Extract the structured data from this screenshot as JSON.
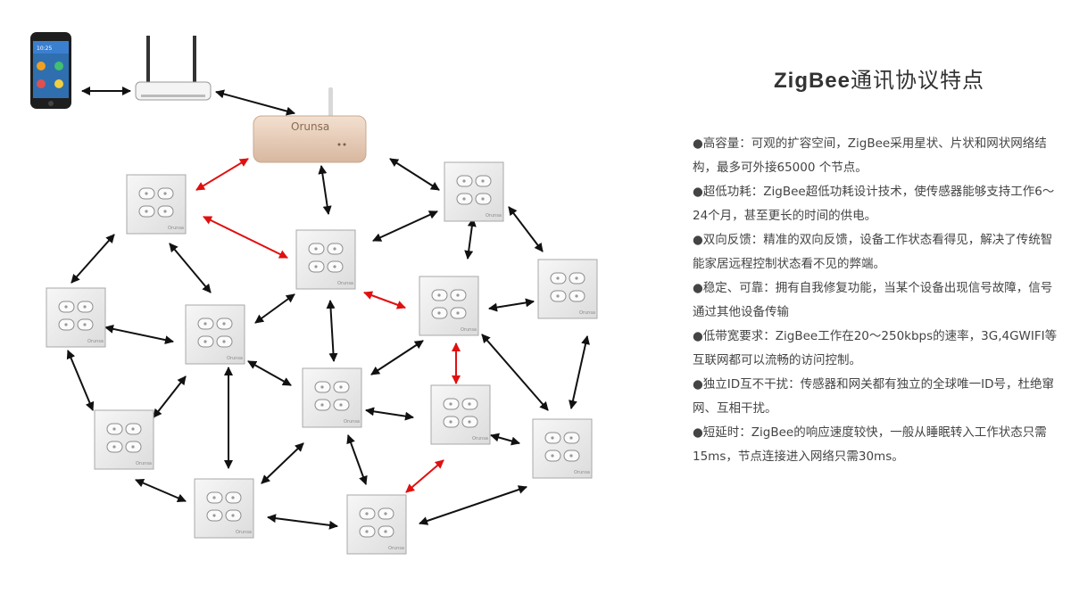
{
  "title": {
    "brand": "ZigBee",
    "rest": "通讯协议特点"
  },
  "features": [
    "●高容量：可观的扩容空间，ZigBee采用星状、片状和网状网络结构，最多可外接65000 个节点。",
    "●超低功耗：ZigBee超低功耗设计技术，使传感器能够支持工作6～24个月，甚至更长的时间的供电。",
    "●双向反馈：精准的双向反馈，设备工作状态看得见，解决了传统智能家居远程控制状态看不见的弊端。",
    "●稳定、可靠：拥有自我修复功能，当某个设备出现信号故障，信号通过其他设备传输",
    "●低带宽要求：ZigBee工作在20～250kbps的速率，3G,4GWIFI等互联网都可以流畅的访问控制。",
    "●独立ID互不干扰：传感器和网关都有独立的全球唯一ID号，杜绝窜网、互相干扰。",
    "●短延时：ZigBee的响应速度较快，一般从睡眠转入工作状态只需15ms，节点连接进入网络只需30ms。"
  ],
  "diagram": {
    "hub_brand": "Orunsa",
    "switch_brand": "Orunsa",
    "phone_time": "10:25",
    "colors": {
      "link": "#111111",
      "hub_link": "#e01010",
      "switch_face": "#eeeeee",
      "hub_body": "#e9cfba"
    }
  }
}
